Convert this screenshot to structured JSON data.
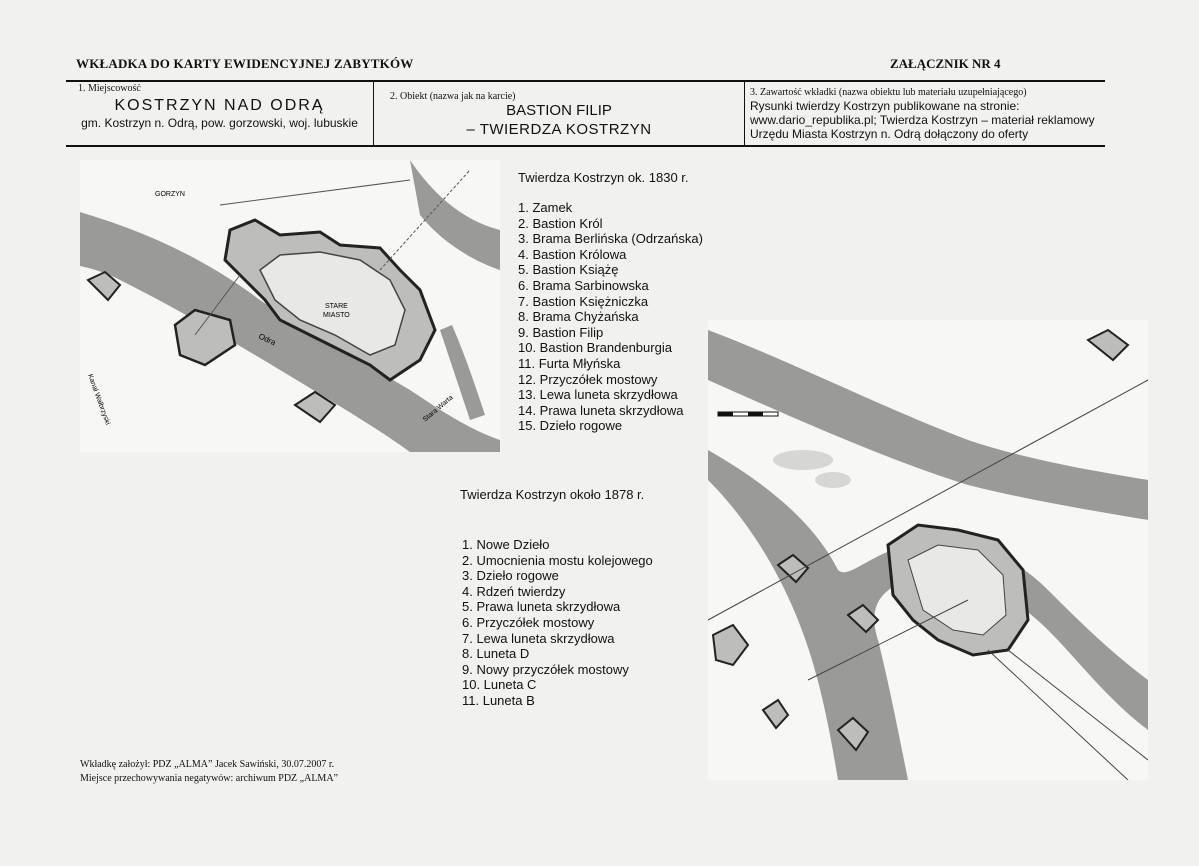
{
  "header": {
    "left_title": "WKŁADKA DO KARTY EWIDENCYJNEJ ZABYTKÓW",
    "right_title": "ZAŁĄCZNIK NR 4"
  },
  "cells": {
    "c1_label": "1. Miejscowość",
    "c1_city": "KOSTRZYN NAD ODRĄ",
    "c1_sub": "gm. Kostrzyn n. Odrą, pow. gorzowski, woj. lubuskie",
    "c2_label": "2. Obiekt (nazwa jak na karcie)",
    "c2_line1": "BASTION FILIP",
    "c2_line2": "– TWIERDZA KOSTRZYN",
    "c3_label": "3. Zawartość wkładki (nazwa obiektu lub materiału uzupełniającego)",
    "c3_line1": "Rysunki twierdzy Kostrzyn publikowane na stronie:",
    "c3_line2": "www.dario_republika.pl; Twierdza Kostrzyn – materiał reklamowy",
    "c3_line3": "Urzędu Miasta Kostrzyn n. Odrą dołączony do oferty"
  },
  "map1": {
    "title": "Twierdza Kostrzyn ok. 1830 r.",
    "items": [
      "1. Zamek",
      "2. Bastion Król",
      "3. Brama Berlińska (Odrzańska)",
      "4. Bastion Królowa",
      "5. Bastion Książę",
      "6. Brama Sarbinowska",
      "7. Bastion Księżniczka",
      "8. Brama Chyżańska",
      "9. Bastion Filip",
      "10. Bastion Brandenburgia",
      "11. Furta Młyńska",
      "12. Przyczółek mostowy",
      "13. Lewa luneta skrzydłowa",
      "14. Prawa luneta skrzydłowa",
      "15. Dzieło rogowe"
    ],
    "labels": {
      "gorzyn": "GORZYN",
      "stare": "STARE",
      "miasto": "MIASTO",
      "odra": "Odra",
      "warta": "Stara Warta",
      "kanal": "Kanał Wałbrzyski"
    }
  },
  "map2": {
    "title": "Twierdza Kostrzyn około 1878 r.",
    "items": [
      "1. Nowe Dzieło",
      "2. Umocnienia mostu kolejowego",
      "3. Dzieło rogowe",
      "4. Rdzeń twierdzy",
      "5. Prawa luneta skrzydłowa",
      "6. Przyczółek mostowy",
      "7. Lewa luneta skrzydłowa",
      "8. Luneta D",
      "9. Nowy przyczółek mostowy",
      "10. Luneta C",
      "11. Luneta B"
    ]
  },
  "footer": {
    "line1": "Wkładkę założył: PDZ „ALMA” Jacek Sawiński, 30.07.2007 r.",
    "line2": "Miejsce przechowywania negatywów: archiwum PDZ „ALMA”"
  }
}
